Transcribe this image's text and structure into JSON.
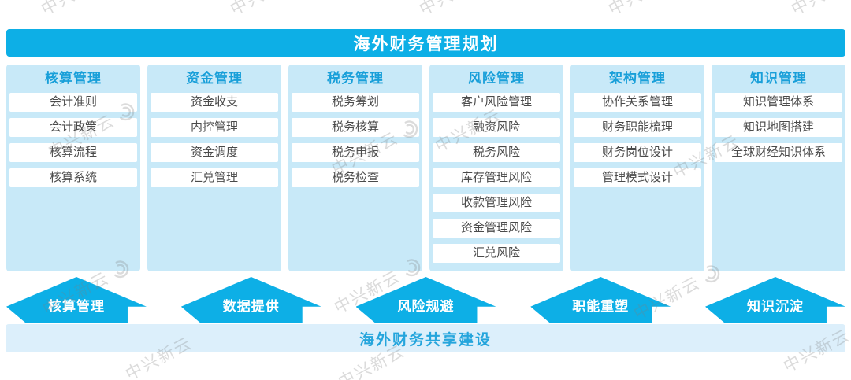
{
  "title": "海外财务管理规划",
  "columns": [
    {
      "header": "核算管理",
      "items": [
        "会计准则",
        "会计政策",
        "核算流程",
        "核算系统"
      ]
    },
    {
      "header": "资金管理",
      "items": [
        "资金收支",
        "内控管理",
        "资金调度",
        "汇兑管理"
      ]
    },
    {
      "header": "税务管理",
      "items": [
        "税务筹划",
        "税务核算",
        "税务申报",
        "税务检查"
      ]
    },
    {
      "header": "风险管理",
      "items": [
        "客户风险管理",
        "融资风险",
        "税务风险",
        "库存管理风险",
        "收款管理风险",
        "资金管理风险",
        "汇兑风险"
      ]
    },
    {
      "header": "架构管理",
      "items": [
        "协作关系管理",
        "财务职能梳理",
        "财务岗位设计",
        "管理模式设计"
      ]
    },
    {
      "header": "知识管理",
      "items": [
        "知识管理体系",
        "知识地图搭建",
        "全球财经知识体系"
      ]
    }
  ],
  "arrows": [
    "核算管理",
    "数据提供",
    "风险规避",
    "职能重塑",
    "知识沉淀"
  ],
  "footer": "海外财务共享建设",
  "watermark": {
    "text": "中兴新云"
  },
  "colors": {
    "primary": "#0dafe6",
    "panel": "#c8e9f8",
    "footer_bg": "#dceffb",
    "header_text": "#189fd9",
    "footer_text": "#25a5dc",
    "item_text": "#4a4a4a",
    "watermark": "#d0d0d0"
  }
}
